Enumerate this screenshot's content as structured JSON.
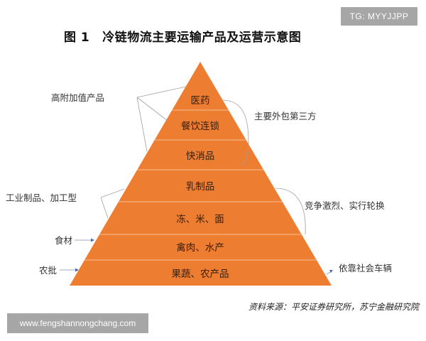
{
  "watermark_tag": "TG: MYYJJPP",
  "title": {
    "figure_no": "图 1",
    "text": "冷链物流主要运输产品及运营示意图"
  },
  "pyramid": {
    "fill_color": "#ED7D31",
    "divider_color": "#F4B183",
    "layers": [
      {
        "label": "医药"
      },
      {
        "label": "餐饮连锁"
      },
      {
        "label": "快消品"
      },
      {
        "label": "乳制品"
      },
      {
        "label": "冻、米、面"
      },
      {
        "label": "禽肉、水产"
      },
      {
        "label": "果蔬、农产品"
      }
    ]
  },
  "left_annotations": [
    {
      "label": "高附加值产品",
      "targets": "医药, 餐饮连锁"
    },
    {
      "label": "工业制品、加工型",
      "targets": "乳制品, 冻、米、面"
    },
    {
      "label": "食材",
      "targets": "禽肉、水产"
    },
    {
      "label": "农批",
      "targets": "果蔬、农产品"
    }
  ],
  "right_annotations": [
    {
      "label": "主要外包第三方",
      "targets": "医药 – 快消品"
    },
    {
      "label": "竞争激烈、实行轮换",
      "targets": "乳制品 – 冻、米、面"
    },
    {
      "label": "依靠社会车辆",
      "targets": "果蔬、农产品"
    }
  ],
  "source": "资料来源：平安证券研究所，苏宁金融研究院",
  "website_watermark": "www.fengshannongchang.com"
}
